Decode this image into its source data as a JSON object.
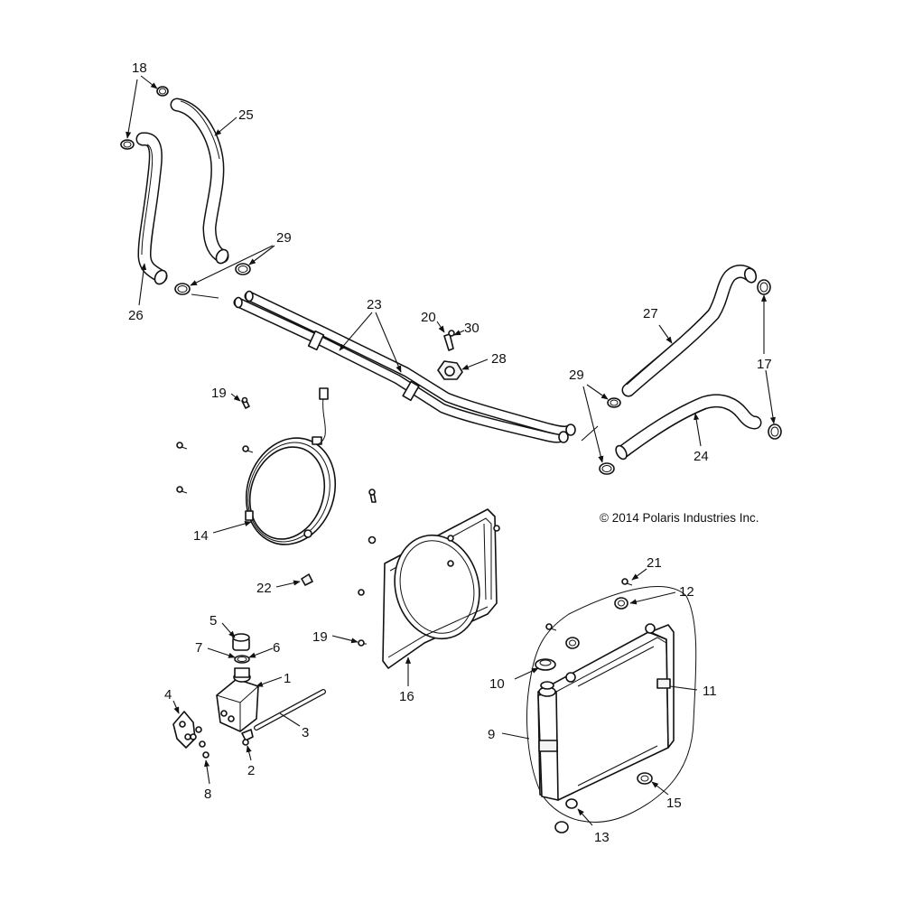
{
  "copyright": "© 2014 Polaris Industries Inc.",
  "callouts": {
    "c1": "1",
    "c2": "2",
    "c3": "3",
    "c4": "4",
    "c5": "5",
    "c6": "6",
    "c7": "7",
    "c8": "8",
    "c9": "9",
    "c10": "10",
    "c11": "11",
    "c12": "12",
    "c13": "13",
    "c14": "14",
    "c15": "15",
    "c16": "16",
    "c17": "17",
    "c18": "18",
    "c19a": "19",
    "c19b": "19",
    "c20": "20",
    "c21": "21",
    "c22": "22",
    "c23": "23",
    "c24": "24",
    "c25": "25",
    "c26": "26",
    "c27": "27",
    "c28": "28",
    "c29a": "29",
    "c29b": "29",
    "c30": "30"
  }
}
